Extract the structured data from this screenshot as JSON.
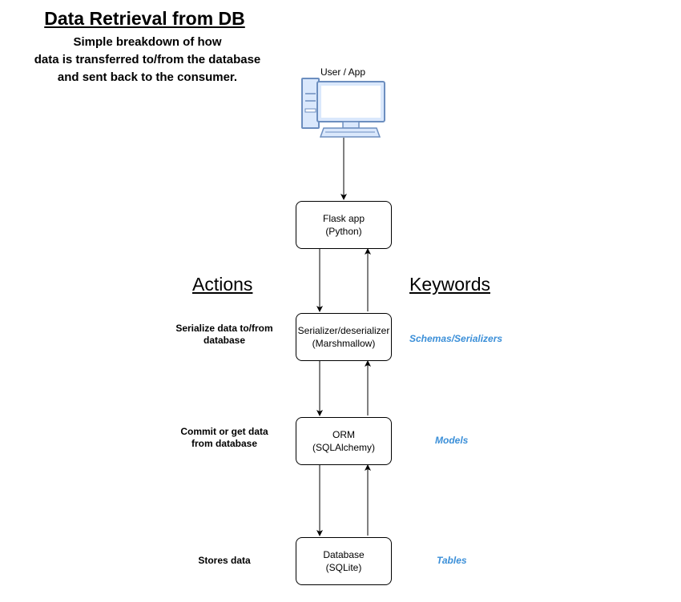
{
  "title": "Data Retrieval from DB",
  "subtitle_lines": [
    "Simple breakdown of how",
    "data is transferred to/from the database",
    "and sent back to the consumer."
  ],
  "user_label": "User / App",
  "nodes": {
    "flask": {
      "line1": "Flask app",
      "line2": "(Python)"
    },
    "serializer": {
      "line1": "Serializer/deserializer",
      "line2": "(Marshmallow)"
    },
    "orm": {
      "line1": "ORM",
      "line2": "(SQLAlchemy)"
    },
    "database": {
      "line1": "Database",
      "line2": "(SQLite)"
    }
  },
  "headings": {
    "actions": "Actions",
    "keywords": "Keywords"
  },
  "actions": {
    "serializer": [
      "Serialize data to/from",
      "database"
    ],
    "orm": [
      "Commit or get data",
      "from database"
    ],
    "database": [
      "Stores data"
    ]
  },
  "keywords": {
    "serializer": "Schemas/Serializers",
    "orm": "Models",
    "database": "Tables"
  },
  "colors": {
    "keyword": "#3b8fd8",
    "computer_fill": "#dae8fc",
    "computer_stroke": "#6c8ebf"
  },
  "icons": {
    "user": "desktop-computer-icon"
  }
}
